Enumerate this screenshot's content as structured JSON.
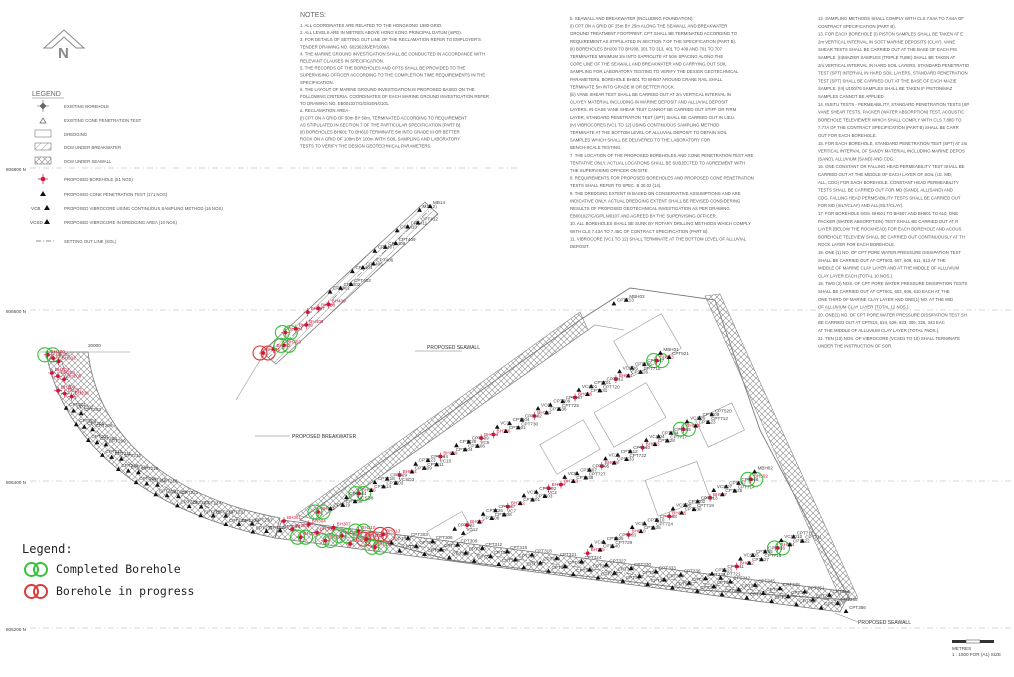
{
  "north_arrow": {
    "label": "N"
  },
  "colors": {
    "completed": "#38c23a",
    "in_progress": "#d93a3a",
    "hatch": "#7a7a7a",
    "linework": "#8a8a8a"
  },
  "legend": {
    "title": "LEGEND",
    "items": [
      {
        "icon": "existing-borehole-icon",
        "label": "EXISTING BOREHOLE"
      },
      {
        "icon": "existing-cpt-icon",
        "label": "EXISTING CONE PENETRATION TEST"
      },
      {
        "icon": "dredging-icon",
        "label": "DREDGING"
      },
      {
        "icon": "dcm-breakwater-icon",
        "label": "DCM UNDER BREAKWATER"
      },
      {
        "icon": "dcm-seawall-icon",
        "label": "DCM UNDER SEAWALL"
      },
      {
        "icon": "proposed-borehole-icon",
        "label": "PROPOSED BOREHOLE (51 NOS)"
      },
      {
        "icon": "proposed-cpt-icon",
        "label": "PROPOSED CONE PENETRATION TEST (171 NOS)"
      },
      {
        "icon": "vibrocore-icon",
        "label": "PROPOSED VIBROCORE USING CONTINUOUS SAMPLING METHOD (16 NOS)",
        "prefix": "VCB"
      },
      {
        "icon": "vibrocore-dredge-icon",
        "label": "PROPOSED VIBROCORE IN DREDGING AREA (10 NOS)",
        "prefix": "VCSD"
      },
      {
        "icon": "setting-out-line-icon",
        "label": "SETTING OUT LINE (SOL)"
      }
    ]
  },
  "overlay_legend": {
    "title": "Legend:",
    "completed": "Completed Borehole",
    "in_progress": "Borehole in progress"
  },
  "grid": {
    "n1": "806800 N",
    "n2": "806600 N",
    "n3": "806400 N",
    "n4": "806200 N"
  },
  "callouts": {
    "proposed_seawall": "PROPOSED SEAWALL",
    "proposed_breakwater": "PROPOSED BREAKWATER",
    "proposed_seawall_2": "PROPOSED SEAWALL",
    "dim": "20000"
  },
  "notes": {
    "title": "NOTES:",
    "col1": [
      "1. ALL COORDINATES ARE RELATED TO THE HONGKONG 1980 GRID.",
      "2. ALL LEVELS ARE IN METRES ABOVE HONG KONG PRINCIPAL DATUM (mPD).",
      "3. FOR DETAILS OF SETTING OUT LINE OF THE RECLAMATION REFER TO EMPLOYER'S",
      "   TENDER DRAWING NO. 60236236/EP/1009A.",
      "4. THE MARINE GROUND INVESTIGATION SHALL BE CONDUCTED IN ACCORDANCE WITH",
      "   RELEVANT CLAUSES IN SPECIFICATION.",
      "5. THE RECORDS OF THE BOREHOLES AND CPTS SHALL BE PROVIDED TO THE",
      "   SUPERVISING OFFICER ACCORDING TO THE COMPLETION TIME REQUIREMENTS IN THE",
      "   SPECIFICATION.",
      "6. THE LAYOUT OF MARINE GROUND INVESTIGATION IS PROPOSED BASED ON THE",
      "   FOLLOWING CRITERIA. COORDINATES OF EACH MARINE GROUND INVESTIGATION REFER",
      "   TO DRAWING NO. EB001027/G/G/GEN/0101.",
      "   a. RECLAMATION AREA -",
      "   (i) CPT ON A GRID OF 50m BY 50m, TERMINATED ACCORDING TO REQUIREMENT",
      "       AS STIPULATED IN SECTION 7 OF THE PARTICULAR SPECIFICATION (PART B).",
      "   (ii) BOREHOLES BH601 TO BH610 TERMINATE 5m INTO GRADE III OR BETTER",
      "       ROCK ON A GRID OF 100m BY 100m WITH SOIL SAMPLING AND LABORATORY",
      "       TESTS TO VERIFY THE DESIGN GEOTECHNICAL PARAMETERS."
    ],
    "col2": [
      "b. SEAWALL AND BREAKWATER (INCLUDING FOUNDATION):",
      "  (i) CPT ON A GRID OF 25m BY 25m ALONG THE SEAWALL AND BREAKWATER",
      "      GROUND TREATMENT FOOTPRINT. CPT SHALL BE TERMINATED ACCORDING TO",
      "      REQUIREMENT AS STIPULATED IN SECTION 7 OF THE SPECIFICATION (PART B).",
      "  (ii) BOREHOLES BH200 TO BH208, 301 TO 313, 401 TO 409 AND 701 TO 707",
      "      TERMINATES MINIMUM 3m INTO SAPROLITE AT 50m SPACING ALONG THE",
      "      COPE LINE OF THE SEAWALL AND BREAKWATER AND CARRYING OUT SOIL",
      "      SAMPLING FOR LABORATORY TESTING TO VERIFY THE DESIGN GEOTECHNICAL",
      "      PARAMETERS. BOREHOLE BH501 TO BH507 AROUND CRANE RAIL SHALL",
      "      TERMINATE 5m INTO GRADE III OR BETTER ROCK.",
      "  (iii) VANE SHEAR TEST SHALL BE CARRIED OUT AT 2m VERTICAL INTERVAL IN",
      "      CLAYEY MATERIAL INCLUDING IN MARINE DEPOSIT AND ALLUVIAL DEPOSIT",
      "      LAYERS. IN CASE VANE SHEAR TEST CANNOT BE CARRIED OUT STIFF OR FIRM",
      "      LAYER, STANDARD PENETRATION TEST (SPT) SHALL BE CARRIED OUT IN LIEU.",
      "  (iv) VIBROCORES (VC1 TO 12) USING CONTINUOUS SAMPLING METHOD",
      "      TERMINATE AT THE BOTTOM LEVEL OF ALLUVIAL DEPOSIT TO OBTAIN SOIL",
      "      SAMPLES WHICH SHALL BE DELIVERED TO THE LABORATORY FOR",
      "      BENCH-SCALE TESTING.",
      "7. THE LOCATION OF THE PROPOSED BOREHOLES AND CONE PENETRATION TEST ARE",
      "   TENTATIVE ONLY. ACTUAL LOCATIONS SHALL BE SUBJECTED TO AGREEMENT WITH",
      "   THE SUPERVISING OFFICER ON SITE.",
      "8. REQUIREMENTS FOR PROPOSED BOREHOLES AND PROPOSED CONE PENETRATION",
      "   TESTS SHALL REFER TO SPEC. B 30.02 (14).",
      "9. THE DREDGING EXTENT IS BASED ON CONSERVATIVE ASSUMPTIONS AND ARE",
      "   INDICATIVE ONLY. ACTUAL DREDGING EXTENT SHALL BE REVISED CONSIDERING",
      "   RESULTS OF PROPOSED GEOTECHNICAL INVESTIGATION AS PER DRAWING",
      "   EB001027/G/G/PLN/0107 AND AGREED BY THE SUPERVISING OFFICER.",
      "10. ALL BOREHOLES SHALL BE SUNK BY ROTARY DRILLING METHODS WHICH COMPLY",
      "    WITH CLS 7.43A TO 7.45C OF CONTRACT SPECIFICATION (PART B).",
      "11. VIBROCORE (VC1 TO 12) SHALL TERMINATE AT THE BOTTOM LEVEL OF ALLUVIAL",
      "    DEPOSIT."
    ],
    "col3": [
      "12. SAMPLING METHODS SHALL COMPLY WITH CLS.7.54A TO 7.64A OF",
      "    CONTRACT SPECIFICATION (PART B).",
      "13. FOR EACH BOREHOLE (I) PISTON SAMPLES SHALL BE TAKEN AT E",
      "    2m VERTICAL INTERVAL IN SOFT MARINE DEPOSITS (CLAY). VANE",
      "    SHEAR TESTS SHALL BE CARRIED OUT AT THE BASE OF EACH PIS",
      "    SAMPLE. (II)MAZIER SAMPLES (TRIPLE TUBE) SHALL BE TAKEN AT",
      "    2m VERTICAL INTERVAL IN HARD SOIL LAYERS, STANDARD PENETRATIO",
      "    TEST (SPT) INTERVAL IN HARD SOIL LAYERS, STANDARD PENETRATION",
      "    TEST (SPT) SHALL BE CARRIED OUT AT THE BASE OF EACH MAZIE",
      "    SAMPLE. (III) U100/76 SAMPLES SHALL BE TAKEN IF PISTON/MAZ",
      "    SAMPLES CANNOT BE APPLIED.",
      "14. INSITU TESTS - PERMEABILITY, STANDARD PENETRATION TESTS (SP",
      "    VANE SHEAR TESTS, PACKER (WATER ABSORPTION) TEST, ACOUSTIC",
      "    BOREHOLE TELEVIEWER WHICH SHALL COMPLY WITH CLS 7.88D TO",
      "    7.77A OF THE CONTRACT SPECIFICATION (PART B) SHALL BE CARR",
      "    OUT FOR EACH BOREHOLE.",
      "15. FOR EACH BOREHOLE, STANDARD PENETRATION TEST (SPT) AT 2m",
      "    VERTICAL INTERVAL OF SANDY MATERIAL INCLUDING MARINE DEPOS",
      "    (SAND), ALLUVIUM (SAND) AND CDG.",
      "16. ONE CONSTANT OR FALLING HEAD PERMEABILITY TEST SHALL BE",
      "    CARRIED OUT AT THE MIDDLE OF EACH LAYER OF SOIL (I.E. MD,",
      "    ALL, CDG) FOR EACH BOREHOLE. CONSTANT HEAD PERMEABILITY",
      "    TESTS SHALL BE CARRIED OUT FOR MD (SAND), ALL(SAND) AND",
      "    CDG. FALLING HEAD PERMEABILITY TESTS SHALL BE CARRIED OUT",
      "    FOR MD (SILT/CLAY) AND ALL(SILT/CLAY).",
      "17. FOR BOREHOLE NOS. BH501 TO BH507 AND BH601 TO 610, ONE",
      "    PACKER (WATER ABSORPTION) TEST SHALL BE CARRIED OUT AT R",
      "    LAYER (BELOW THE ROCKHEAD) FOR EACH BOREHOLE AND ACOUS",
      "    BOREHOLE TELEVIEW SHALL BE CARRIED OUT CONTINUOUSLY AT TH",
      "    ROCK LAYER FOR EACH BOREHOLE.",
      "18. ONE (1) NO. OF CPT PORE WATER PRESSURE DISSIPATION TEST",
      "    SHALL BE CARRIED OUT AT CPT603, 607, 609, 611, 613 AT THE",
      "    MIDDLE OF MARINE CLAY LAYER AND AT THE MIDDLE OF ALLUVIUM",
      "    CLAY LAYER EACH (TOTAL 10 NOS.).",
      "19. TWO (2) NOS. OF CPT PORE WATER PRESSURE DISSIPATION TESTS",
      "    SHALL BE CARRIED OUT AT CPT601, 602, 606, 610 EACH AT THE",
      "    ONE THIRD OF MARINE CLAY LAYER AND ONE(1) NO. AT THE MID",
      "    OF ALLUVIUM CLAY LAYER (TOTAL 12 NOS.).",
      "20. ONE(1) NO. OF CPT PORE WATER PRESSURE DISSIPATION TEST SH",
      "    BE CARRIED OUT AT CPT515, 524, 528, 533, 306, 326, 343 EAC",
      "    AT THE MIDDLE OF ALLUVIUM CLAY LAYER (TOTAL 7NOS.).",
      "21. TEN (10) NOS. OF VIBROCORE (VCSD1 TO 10) SHALL TERMINATE",
      "    UNDER THE INSTRUCTION OF SOR."
    ]
  },
  "breakwater_labels": [
    "BH401",
    "BH402",
    "BH403",
    "BH404",
    "BH405",
    "BH406",
    "BH407",
    "BH408",
    "BH409",
    "CPT401",
    "CPT402",
    "CPT403",
    "CPT404",
    "CPT405",
    "CPT406",
    "CPT407",
    "CPT408",
    "CPT409",
    "CPT410",
    "CPT411",
    "CPT412",
    "M11(2)",
    "MB14"
  ],
  "west_seawall_labels": [
    "BH200",
    "BH201",
    "BH202",
    "BH203",
    "BH204",
    "BH205",
    "BH206",
    "BH207",
    "BH208",
    "CPT201",
    "CPT202",
    "CPT203",
    "CPT204",
    "CPT205",
    "CPT206",
    "CPT207",
    "CPT208",
    "CPT209",
    "CPT210",
    "CPT211",
    "CPT212",
    "CPT213",
    "CPT214",
    "CPT215",
    "CPT216",
    "CPT217",
    "CPT218",
    "CPT219",
    "CPT220",
    "CPT221",
    "CPT222",
    "CPT223",
    "CPT224",
    "CPT225",
    "CPT226",
    "CPT227",
    "CPT228",
    "CPT229",
    "CPT230",
    "CPT231",
    "CPT232",
    "CPT233"
  ],
  "south_seawall_labels": [
    "BH301",
    "BH302",
    "BH303",
    "BH304",
    "BH305",
    "BH306",
    "BH307",
    "BH308",
    "BH309",
    "BH310",
    "BH311",
    "BH312",
    "BH313",
    "CPT301",
    "CPT302",
    "CPT303",
    "CPT304",
    "CPT305",
    "CPT306",
    "CPT307",
    "CPT308",
    "CPT309",
    "CPT310",
    "CPT311",
    "CPT312",
    "CPT313",
    "CPT314",
    "CPT315",
    "CPT316",
    "CPT317",
    "CPT318",
    "CPT319",
    "CPT320",
    "CPT321",
    "CPT322",
    "CPT323",
    "CPT324",
    "CPT325",
    "CPT326",
    "CPT327",
    "CPT328",
    "CPT329",
    "CPT330",
    "CPT331",
    "CPT332",
    "CPT333",
    "CPT334",
    "CPT335",
    "CPT336",
    "CPT337",
    "CPT338",
    "CPT339",
    "CPT340",
    "CPT341",
    "CPT342",
    "CPT343",
    "CPT344",
    "CPT345",
    "CPT346",
    "CPT347",
    "CPT348",
    "CPT349",
    "CPT350",
    "CPT351",
    "CPT352",
    "CPT353",
    "CPT354",
    "CPT355",
    "CPT356"
  ],
  "reclamation_labels": [
    "BH501",
    "BH502",
    "BH503",
    "BH504",
    "BH505",
    "BH506",
    "BH507",
    "BH601",
    "BH602",
    "BH603",
    "BH604",
    "BH605",
    "BH606",
    "BH607",
    "BH608",
    "BH609",
    "BH610",
    "BH701",
    "BH702",
    "BH703",
    "BH704",
    "BH705",
    "BH706",
    "BH707",
    "CPT501",
    "CPT502",
    "CPT503",
    "CPT504",
    "CPT505",
    "CPT506",
    "CPT507",
    "CPT508",
    "CPT509",
    "CPT510",
    "CPT511",
    "CPT512",
    "CPT513",
    "CPT514",
    "CPT515",
    "CPT516",
    "CPT517",
    "CPT518",
    "CPT519",
    "CPT520",
    "CPT521",
    "CPT522",
    "CPT523",
    "CPT524",
    "CPT525",
    "CPT526",
    "CPT527",
    "CPT528",
    "CPT529",
    "CPT530",
    "CPT531",
    "CPT532",
    "CPT533",
    "CPT534",
    "CPT535",
    "CPT536",
    "CPT537",
    "CPT538",
    "CPT539",
    "CPT540",
    "CPT601",
    "CPT602",
    "CPT603",
    "CPT604",
    "CPT605",
    "CPT606",
    "CPT607",
    "CPT608",
    "CPT609",
    "CPT610",
    "CPT611",
    "CPT612",
    "CPT613",
    "CPT701",
    "CPT702",
    "CPT703",
    "CPT704",
    "CPT705",
    "CPT706",
    "CPT707",
    "CPT708",
    "CPT709",
    "CPT710",
    "CPT711",
    "CPT712",
    "CPT713",
    "CPT714",
    "CPT715",
    "CPT716",
    "CPT717",
    "CPT718",
    "CPT719",
    "CPT720",
    "CPT721",
    "CPT722",
    "CPT723",
    "CPT724",
    "CPT725",
    "CPT726",
    "CPT727",
    "CPT728",
    "CPT729",
    "CPT730",
    "VC1",
    "VC2",
    "VC3",
    "VC4",
    "VC5",
    "VC6",
    "VC7",
    "VC8",
    "VC9",
    "VC10",
    "VC11",
    "VC12",
    "VCSD1",
    "VCSD2",
    "VCSD3",
    "VCSD4",
    "VCSD5",
    "VCSD6",
    "VCSD7",
    "VCSD8",
    "VCSD9",
    "VCSD10",
    "MBH01",
    "MBH02",
    "MBH03"
  ],
  "scale": {
    "label": "1 : 1500 FOR (A1) SIZE",
    "unit": "METRES"
  }
}
